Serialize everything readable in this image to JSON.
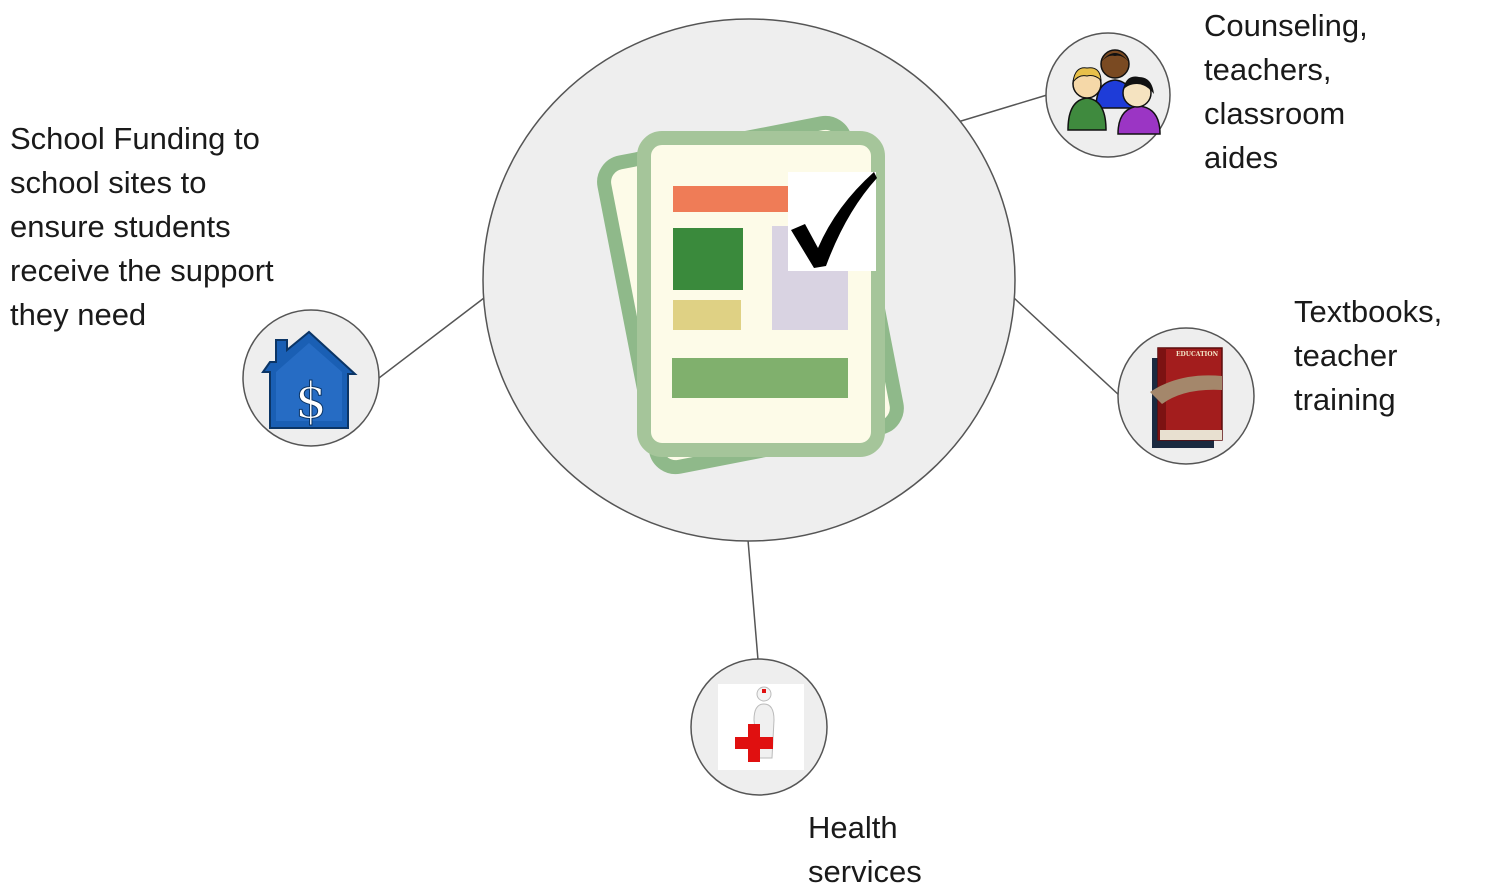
{
  "nodes": {
    "funding": {
      "lines": [
        "School Funding to",
        "school sites to",
        "ensure students",
        "receive the support",
        "they need"
      ],
      "icon": "house-dollar-icon"
    },
    "staff": {
      "lines": [
        "Counseling,",
        "teachers,",
        "classroom",
        "aides"
      ],
      "icon": "people-group-icon"
    },
    "materials": {
      "lines": [
        "Textbooks,",
        "teacher",
        "training"
      ],
      "icon": "education-book-icon",
      "book_title": "EDUCATION"
    },
    "health": {
      "lines": [
        "Health",
        "services"
      ],
      "icon": "nurse-red-cross-icon"
    },
    "center": {
      "icon": "checklist-document-icon"
    }
  },
  "colors": {
    "hub_fill": "#eeeeee",
    "hub_stroke": "#555555",
    "connector": "#555555",
    "doc_frame": "#8fb98a",
    "doc_paper": "#fdfbe8",
    "bar_orange": "#ef7c57",
    "block_green": "#3a8a3c",
    "block_tan": "#dfd184",
    "block_lavender": "#d9d3e2",
    "bar_green": "#80b06d",
    "house_blue": "#1a5fb4",
    "cross_red": "#e01010",
    "book_red": "#a31d1d"
  }
}
